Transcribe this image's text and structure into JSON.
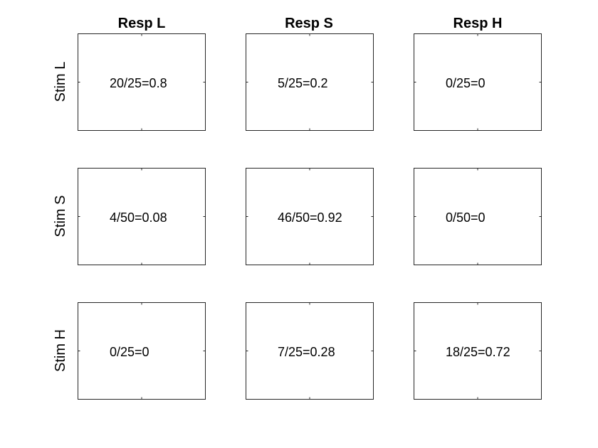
{
  "chart_data": {
    "type": "table",
    "columns": [
      "Resp L",
      "Resp S",
      "Resp H"
    ],
    "rows": [
      "Stim L",
      "Stim S",
      "Stim H"
    ],
    "cells": [
      [
        "20/25=0.8",
        "5/25=0.2",
        "0/25=0"
      ],
      [
        "4/50=0.08",
        "46/50=0.92",
        "0/50=0"
      ],
      [
        "0/25=0",
        "7/25=0.28",
        "18/25=0.72"
      ]
    ],
    "values": [
      [
        0.8,
        0.2,
        0
      ],
      [
        0.08,
        0.92,
        0
      ],
      [
        0,
        0.28,
        0.72
      ]
    ],
    "counts": [
      [
        20,
        5,
        0
      ],
      [
        4,
        46,
        0
      ],
      [
        0,
        7,
        18
      ]
    ],
    "totals": [
      25,
      50,
      25
    ],
    "grid": false
  }
}
